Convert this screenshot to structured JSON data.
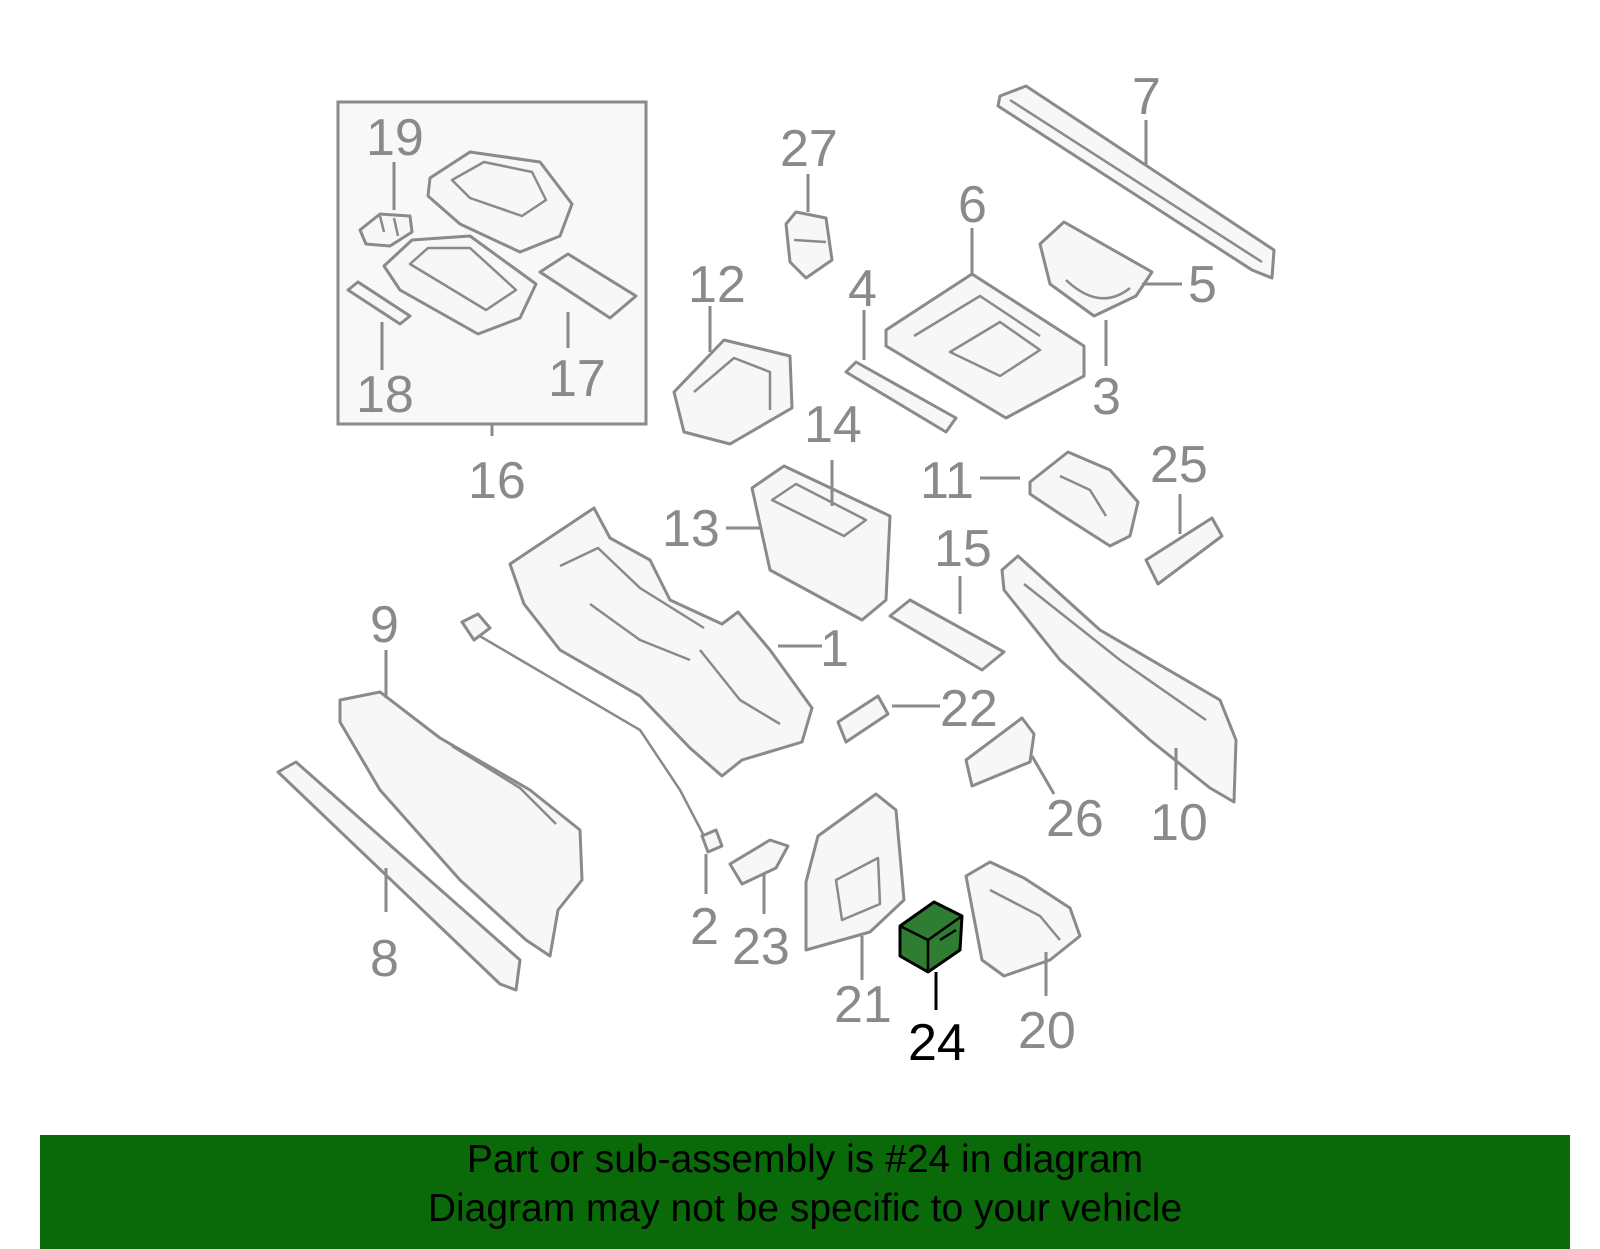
{
  "callouts": [
    {
      "id": "p1",
      "text": "1"
    },
    {
      "id": "p2",
      "text": "2"
    },
    {
      "id": "p3",
      "text": "3"
    },
    {
      "id": "p4",
      "text": "4"
    },
    {
      "id": "p5",
      "text": "5"
    },
    {
      "id": "p6",
      "text": "6"
    },
    {
      "id": "p7",
      "text": "7"
    },
    {
      "id": "p8",
      "text": "8"
    },
    {
      "id": "p9",
      "text": "9"
    },
    {
      "id": "p10",
      "text": "10"
    },
    {
      "id": "p11",
      "text": "11"
    },
    {
      "id": "p12",
      "text": "12"
    },
    {
      "id": "p13",
      "text": "13"
    },
    {
      "id": "p14",
      "text": "14"
    },
    {
      "id": "p15",
      "text": "15"
    },
    {
      "id": "p16",
      "text": "16"
    },
    {
      "id": "p17",
      "text": "17"
    },
    {
      "id": "p18",
      "text": "18"
    },
    {
      "id": "p19",
      "text": "19"
    },
    {
      "id": "p20",
      "text": "20"
    },
    {
      "id": "p21",
      "text": "21"
    },
    {
      "id": "p22",
      "text": "22"
    },
    {
      "id": "p23",
      "text": "23"
    },
    {
      "id": "p24",
      "text": "24",
      "highlighted": true
    },
    {
      "id": "p25",
      "text": "25"
    },
    {
      "id": "p26",
      "text": "26"
    },
    {
      "id": "p27",
      "text": "27"
    }
  ],
  "highlight_color": "#2e7d32",
  "banner": {
    "line1": "Part or sub-assembly is #24 in diagram",
    "line2": "Diagram may not be specific to your vehicle",
    "background": "#0a6a0a"
  }
}
